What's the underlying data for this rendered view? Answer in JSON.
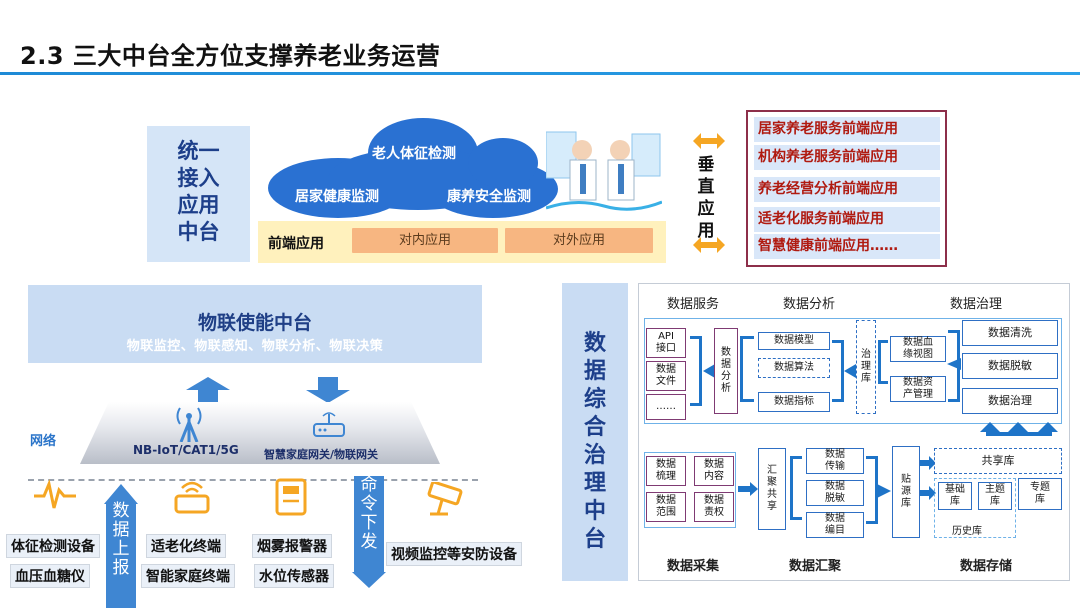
{
  "title": "2.3 三大中台全方位支撑养老业务运营",
  "unified_access": {
    "label_lines": [
      "统一",
      "接入",
      "应用",
      "中台"
    ],
    "clouds": [
      "老人体征检测",
      "居家健康监测",
      "康养安全监测"
    ],
    "front_label": "前端应用",
    "front_buttons": [
      "对内应用",
      "对外应用"
    ]
  },
  "vertical": {
    "label_chars": [
      "垂",
      "直",
      "应",
      "用"
    ],
    "apps": [
      "居家养老服务前端应用",
      "机构养老服务前端应用",
      "养老经营分析前端应用",
      "适老化服务前端应用",
      "智慧健康前端应用……"
    ]
  },
  "iot": {
    "title": "物联使能中台",
    "subtitle": "物联监控、物联感知、物联分析、物联决策",
    "network_label": "网络",
    "gateway_left": "NB-IoT/CAT1/5G",
    "gateway_right": "智慧家庭网关/物联网关",
    "up_arrow_chars": [
      "数",
      "据",
      "上",
      "报"
    ],
    "down_arrow_chars": [
      "命",
      "令",
      "下",
      "发"
    ],
    "devices": [
      "体征检测设备",
      "血压血糖仪",
      "适老化终端",
      "智能家庭终端",
      "烟雾报警器",
      "水位传感器",
      "视频监控等安防设备"
    ]
  },
  "data_gov": {
    "label_chars": [
      "数",
      "据",
      "综",
      "合",
      "治",
      "理",
      "中",
      "台"
    ],
    "col_heads": [
      "数据服务",
      "数据分析",
      "数据治理"
    ],
    "bottom_heads": [
      "数据采集",
      "数据汇聚",
      "数据存储"
    ],
    "service_boxes": [
      "API\n接口",
      "数据\n文件",
      "……"
    ],
    "analysis_center": "数\n据\n分\n析",
    "analysis_boxes": [
      "数据模型",
      "数据算法",
      "数据指标"
    ],
    "gov_center": "治\n理\n库",
    "gov_mid": [
      "数据血\n缘视图",
      "数据资\n产管理"
    ],
    "gov_right": [
      "数据清洗",
      "数据脱敏",
      "数据治理"
    ],
    "collect_boxes": [
      "数据\n梳理",
      "数据\n内容",
      "数据\n范围",
      "数据\n责权"
    ],
    "gather_center": "汇\n聚\n共\n享",
    "gather_boxes": [
      "数据\n传输",
      "数据\n脱敏",
      "数据\n编目"
    ],
    "store_center": "贴\n源\n库",
    "share_lib": "共享库",
    "store_boxes": [
      "基础\n库",
      "主题\n库",
      "专题\n库"
    ],
    "history_lib": "历史库"
  },
  "colors": {
    "title_rule": "#1e8ad6",
    "panel": "#c9dcf3",
    "accent_blue": "#2a71d2",
    "app_text": "#b01a10",
    "orange_arrow": "#f5a623"
  }
}
